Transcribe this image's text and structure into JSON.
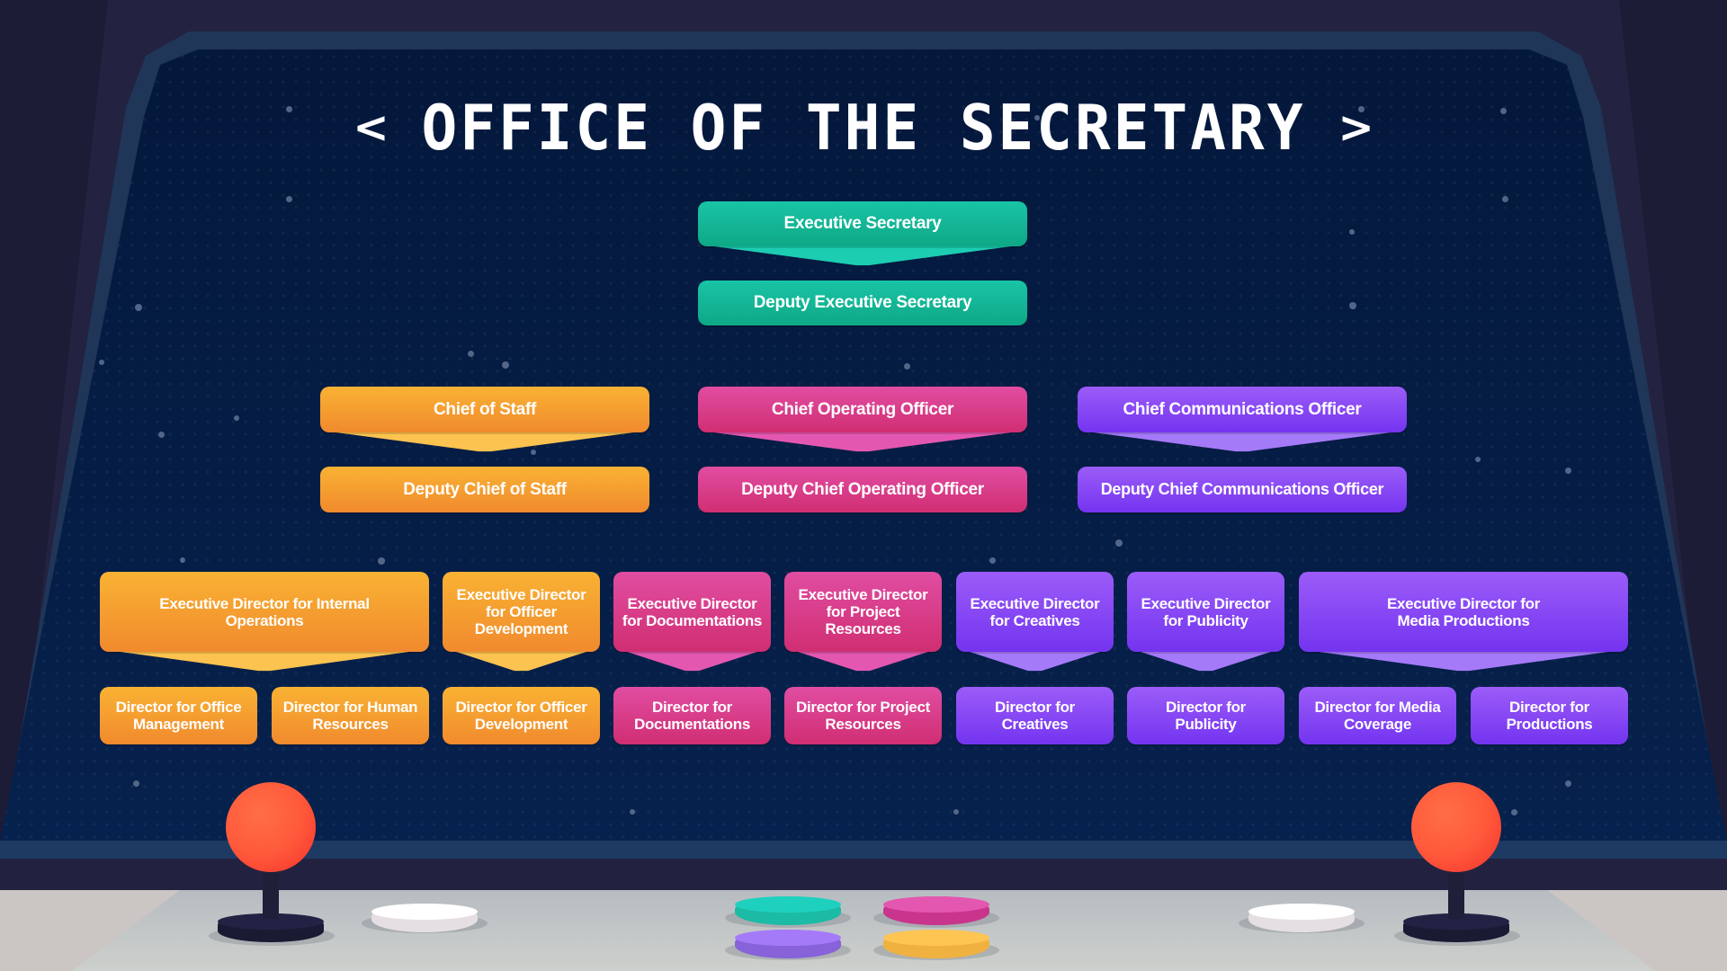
{
  "title": {
    "left_chevron": "<",
    "text": "OFFICE OF THE SECRETARY",
    "right_chevron": ">"
  },
  "colors": {
    "teal": "#19c4a6",
    "orange": "#f5a02f",
    "pink": "#d83a88",
    "purple": "#8848f5",
    "background": "#04173a",
    "joystick_ball": "#ff5a3b"
  },
  "chart": {
    "top": {
      "executive_secretary": "Executive Secretary",
      "deputy_executive_secretary": "Deputy Executive Secretary"
    },
    "chiefs": [
      {
        "chief": "Chief of Staff",
        "deputy": "Deputy Chief of Staff",
        "color": "orange"
      },
      {
        "chief": "Chief Operating Officer",
        "deputy": "Deputy Chief Operating Officer",
        "color": "pink"
      },
      {
        "chief": "Chief Communications Officer",
        "deputy": "Deputy Chief Communications Officer",
        "color": "purple"
      }
    ],
    "executive_directors": [
      {
        "title": "Executive Director for Internal Operations",
        "color": "orange",
        "directors": [
          "Director for Office Management",
          "Director for Human Resources"
        ]
      },
      {
        "title": "Executive Director for Officer Development",
        "color": "orange",
        "directors": [
          "Director for Officer Development"
        ]
      },
      {
        "title": "Executive Director for Documentations",
        "color": "pink",
        "directors": [
          "Director for Documentations"
        ]
      },
      {
        "title": "Executive Director for Project Resources",
        "color": "pink",
        "directors": [
          "Director for Project Resources"
        ]
      },
      {
        "title": "Executive Director for Creatives",
        "color": "purple",
        "directors": [
          "Director for Creatives"
        ]
      },
      {
        "title": "Executive Director for Publicity",
        "color": "purple",
        "directors": [
          "Director for Publicity"
        ]
      },
      {
        "title": "Executive Director for Media Productions",
        "color": "purple",
        "directors": [
          "Director for Media Coverage",
          "Director for Productions"
        ]
      }
    ]
  },
  "console": {
    "joysticks": [
      "left-joystick",
      "right-joystick"
    ],
    "buttons": [
      {
        "name": "white-left",
        "color": "#ffffff"
      },
      {
        "name": "teal",
        "color": "#1ccdb8"
      },
      {
        "name": "pink",
        "color": "#e457b0"
      },
      {
        "name": "purple",
        "color": "#a57af9"
      },
      {
        "name": "yellow",
        "color": "#ffc553"
      },
      {
        "name": "white-right",
        "color": "#ffffff"
      }
    ]
  }
}
